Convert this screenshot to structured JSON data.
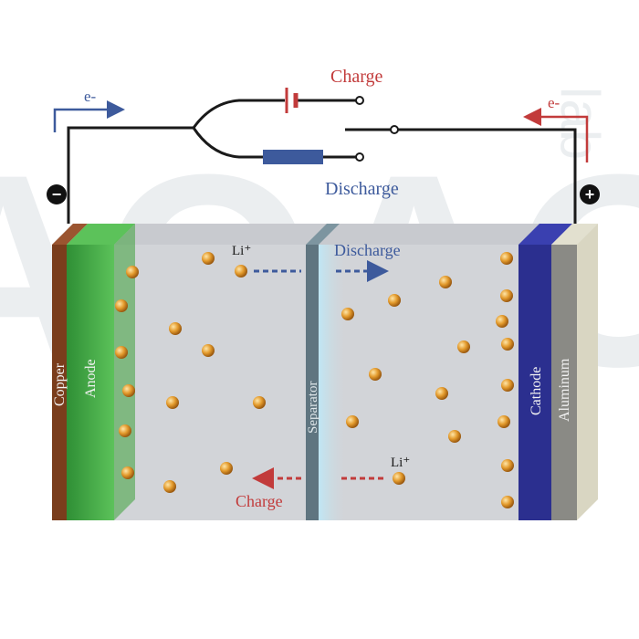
{
  "circuit": {
    "charge_label": "Charge",
    "discharge_label": "Discharge",
    "electron_left": "e-",
    "electron_right": "e-",
    "negative_symbol": "−",
    "positive_symbol": "+"
  },
  "cell": {
    "copper_label": "Copper",
    "anode_label": "Anode",
    "separator_label": "Separator",
    "cathode_label": "Cathode",
    "aluminum_label": "Aluminum",
    "ion_label_top": "Li⁺",
    "ion_label_bottom": "Li⁺",
    "arrow_discharge_label": "Discharge",
    "arrow_charge_label": "Charge"
  },
  "watermark": {
    "text": "AOAO",
    "sub": "lab"
  },
  "colors": {
    "charge": "#c23b3b",
    "discharge": "#3d5a9c",
    "copper": "#7a3d1c",
    "anode": "#3fa33f",
    "cathode": "#2b2f8f",
    "aluminum": "#8a8a85",
    "electrolyte": "#d2d4d8",
    "separator": "#5f7580",
    "ion": "#d98a22",
    "wire": "#1a1a1a"
  }
}
